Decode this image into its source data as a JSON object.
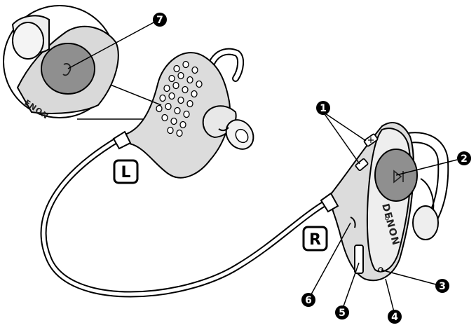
{
  "figure": {
    "side_labels": {
      "left": "L",
      "right": "R"
    },
    "brand_text": {
      "inset": "ENON",
      "right_unit": "DENON"
    },
    "callouts": [
      "1",
      "2",
      "3",
      "4",
      "5",
      "6",
      "7"
    ]
  },
  "colors": {
    "outline": "#000000",
    "housing": "#d9d9d9",
    "housing_light": "#eeeeee",
    "button": "#8f8f8f",
    "callout_fill": "#000000"
  },
  "icons": {
    "inset_button_symbol": "ear-icon",
    "play_pause_symbol": "play-pause-icon",
    "volume_buttons": "plus-minus-icon"
  }
}
